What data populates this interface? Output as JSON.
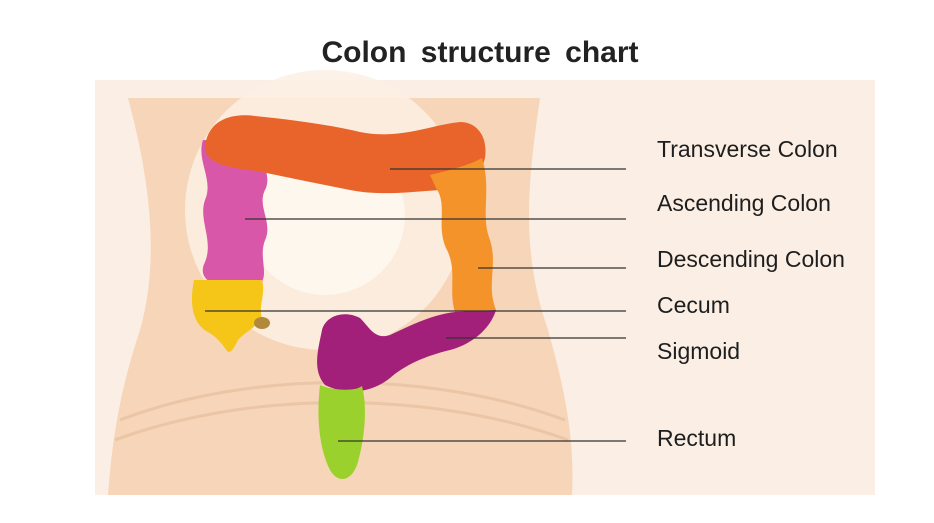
{
  "title": "Colon structure chart",
  "labels": [
    {
      "id": "transverse",
      "text": "Transverse Colon"
    },
    {
      "id": "ascending",
      "text": "Ascending Colon"
    },
    {
      "id": "descending",
      "text": "Descending Colon"
    },
    {
      "id": "cecum",
      "text": "Cecum"
    },
    {
      "id": "sigmoid",
      "text": "Sigmoid"
    },
    {
      "id": "rectum",
      "text": "Rectum"
    }
  ],
  "colors": {
    "transverse": "#e8642a",
    "ascending": "#d957a8",
    "descending": "#f4932a",
    "cecum": "#f5c518",
    "sigmoid": "#a3207a",
    "rectum": "#9bd12c",
    "skin": "#f7d9c0",
    "body_bg": "#f9ebe0"
  }
}
